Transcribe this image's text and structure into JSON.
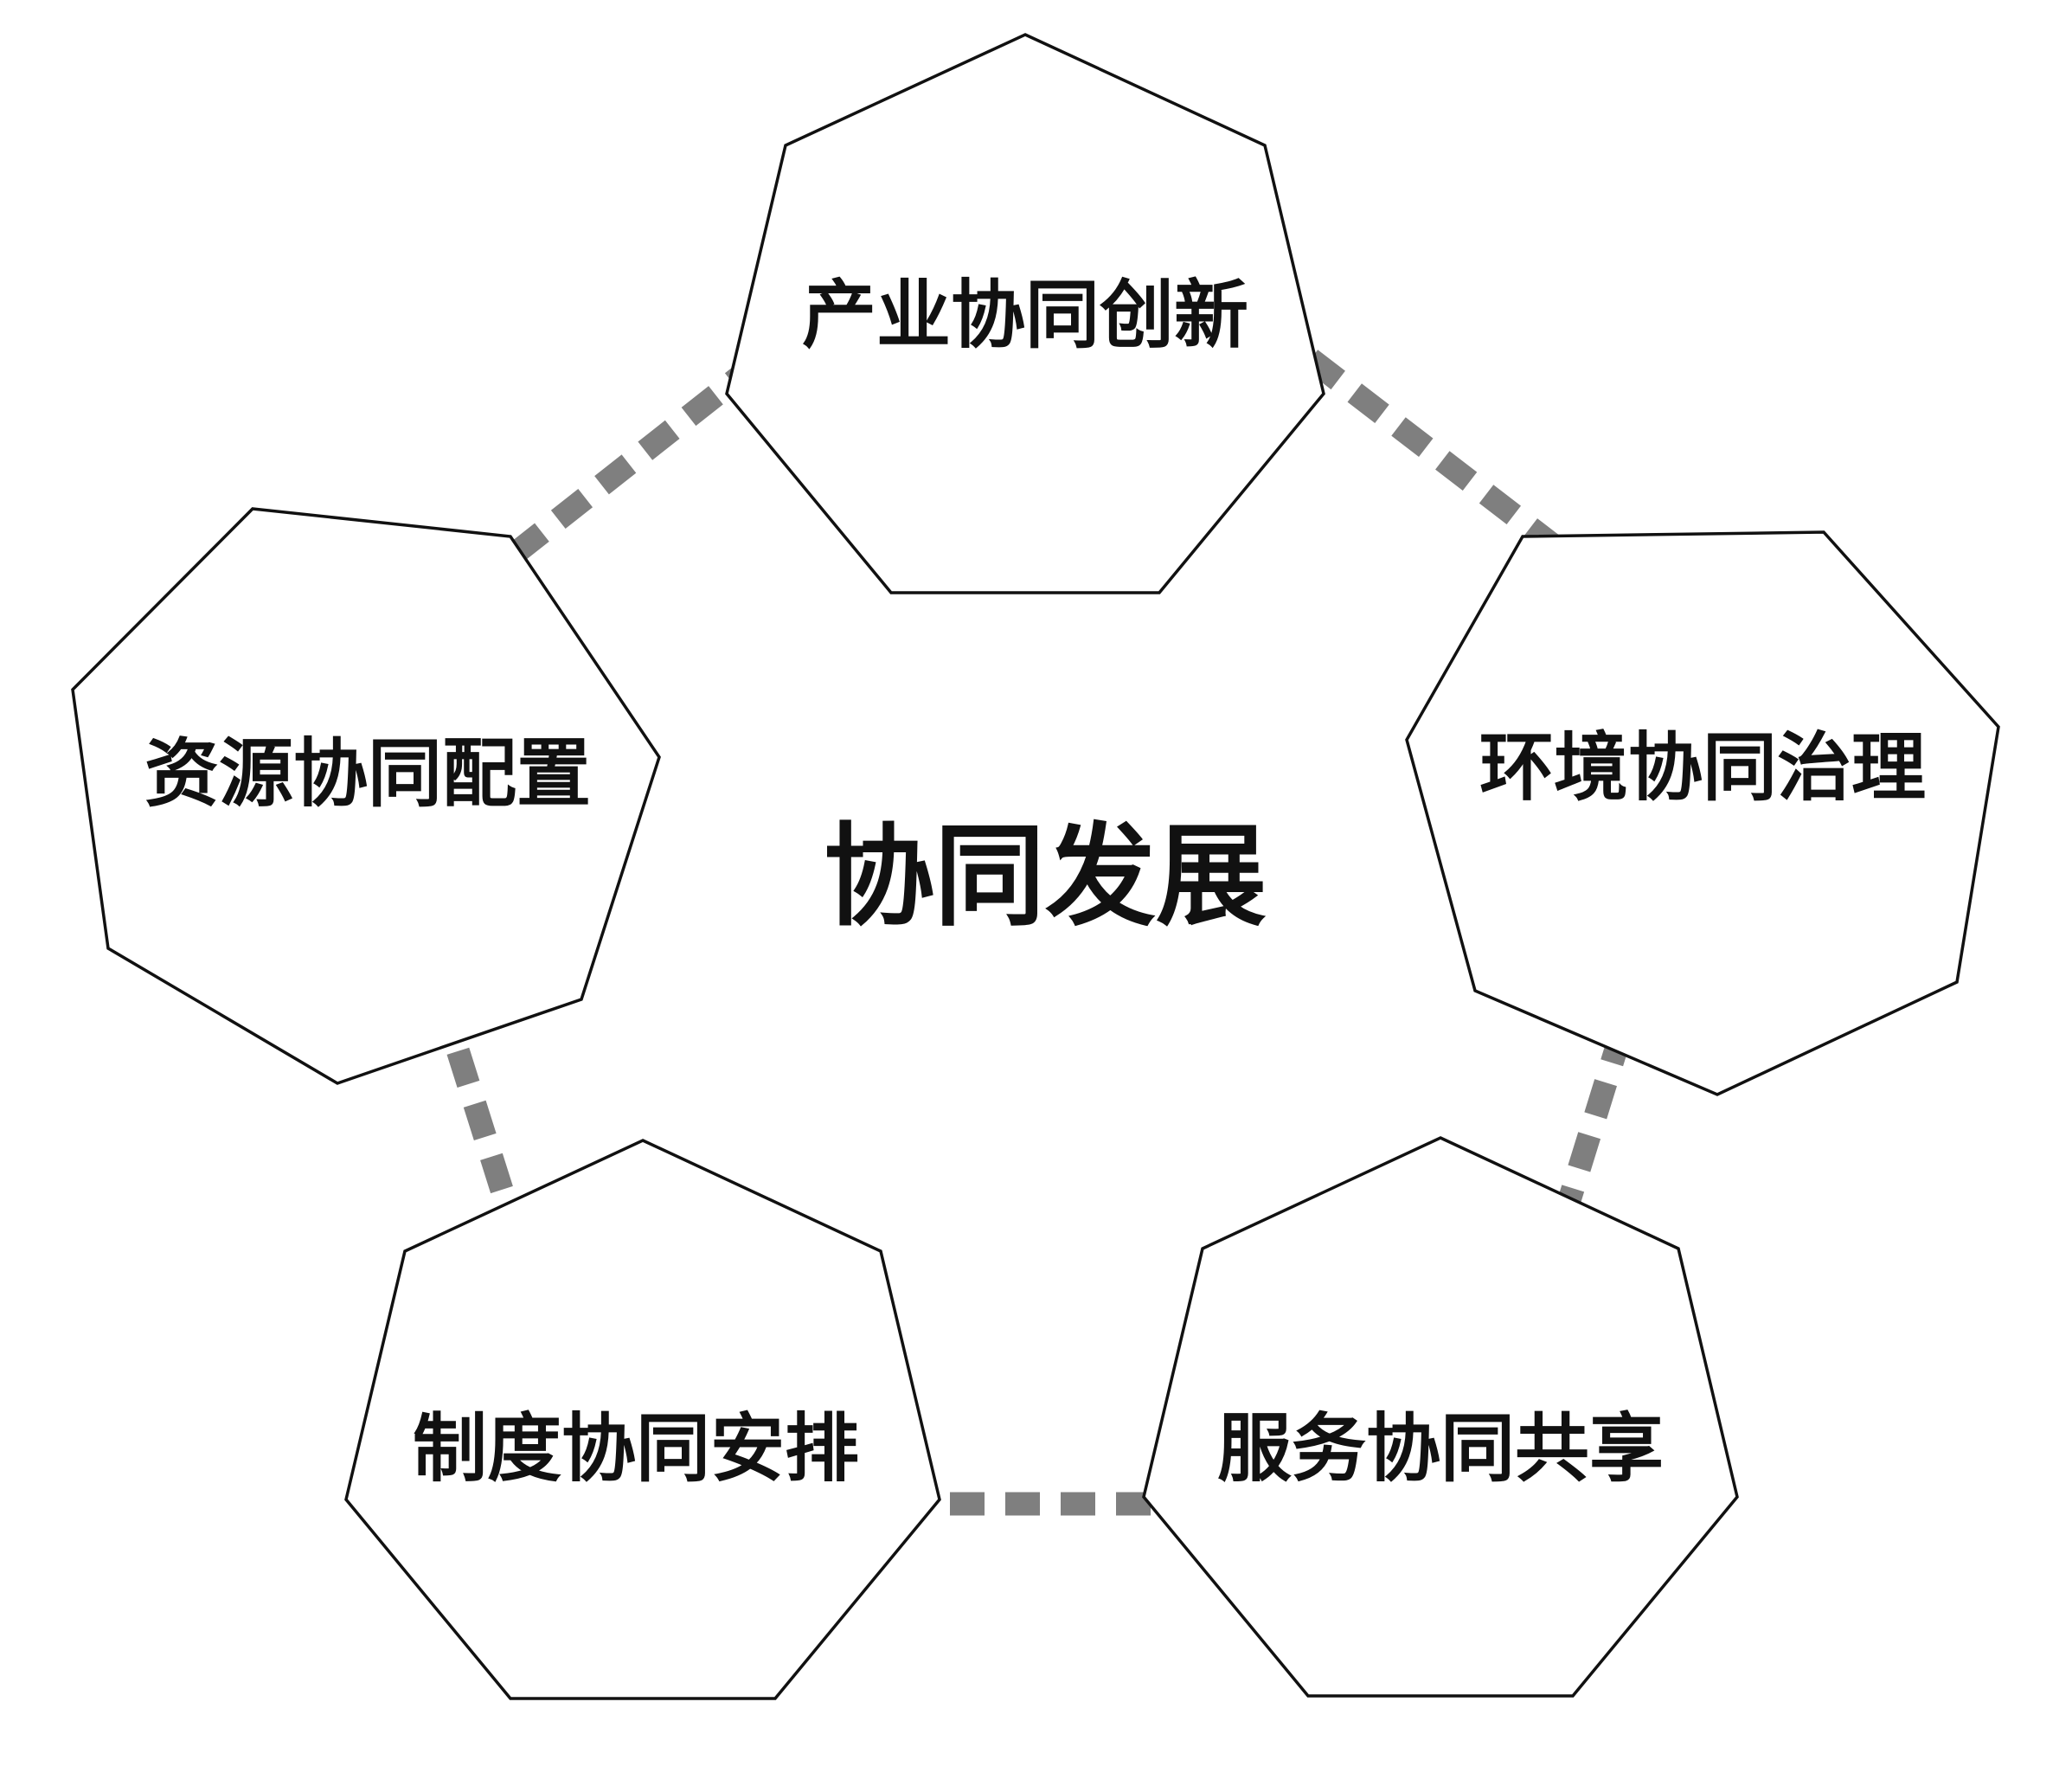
{
  "diagram": {
    "center": {
      "label": "协同发展"
    },
    "nodes": [
      {
        "id": "industry",
        "label": "产业协同创新"
      },
      {
        "id": "environment",
        "label": "环境协同治理"
      },
      {
        "id": "service",
        "label": "服务协同共享"
      },
      {
        "id": "institution",
        "label": "制度协同安排"
      },
      {
        "id": "resource",
        "label": "资源协同配置"
      }
    ],
    "connector_color": "#7f7f7f",
    "outline_color": "#111111"
  }
}
